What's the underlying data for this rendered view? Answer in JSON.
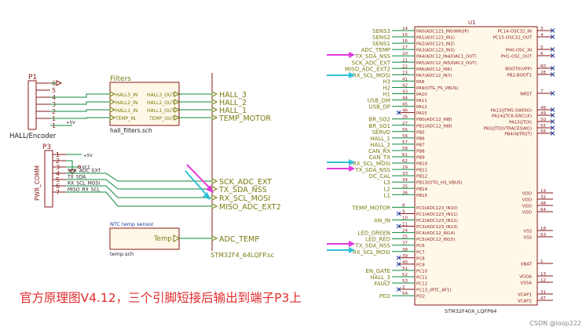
{
  "colors": {
    "wire": "#0f8a3a",
    "label": "#7a7a10",
    "component": "#8a1a1a",
    "pin_text": "#8a1a1a",
    "text_dark": "#222222",
    "arrow_magenta": "#e23adf",
    "arrow_cyan": "#2fc0d8",
    "caption": "#e02a2a"
  },
  "p1": {
    "ref": "P1",
    "name": "HALL/Encoder",
    "pins": [
      "6",
      "5",
      "4",
      "3",
      "2",
      "1"
    ],
    "supply_label": "+5V"
  },
  "filters": {
    "title": "Filters",
    "file": "hall_filters.sch",
    "inputs": [
      "HALL3_IN",
      "HALL2_IN",
      "HALL1_IN",
      "TEMP_IN"
    ],
    "outputs": [
      "HALL3_OUT",
      "HALL2_OUT",
      "HALL1_OUT",
      "TEMP_OUT"
    ]
  },
  "left_labels": {
    "hall": [
      "HALL_3",
      "HALL_2",
      "HALL_1",
      "TEMP_MOTOR"
    ],
    "comm": [
      "SCK_ADC_EXT",
      "TX_SDA_NSS",
      "RX_SCL_MOSI",
      "MISO_ADC_EXT2"
    ],
    "temp": [
      "ADC_TEMP"
    ]
  },
  "p3": {
    "ref": "P3",
    "name": "PWR_COMM",
    "pins": [
      "1",
      "2",
      "3",
      "4",
      "5",
      "6",
      "7"
    ],
    "nets": [
      "+5V",
      "",
      "VCC",
      "SCK_ADC_EXT",
      "TX_SDA",
      "RX_SCL_MOSI",
      "MISO_RX_SCL"
    ]
  },
  "ntc": {
    "title": "NTC temp sensor",
    "pin": "Temp",
    "file": "temp.sch"
  },
  "sheet_label": "STM32F4_64LQFP.sc",
  "u1": {
    "ref": "U1",
    "name": "STM32F40X_LQFP64",
    "left_nets": [
      "SENS3",
      "SENS2",
      "SENS1",
      "ADC_TEMP",
      "TX_SDA_NSS",
      "SCK_ADC_EXT",
      "MISO_ADC_EXT2",
      "RX_SCL_MOSI",
      "H3",
      "H2",
      "H1",
      "USB_DM",
      "USB_DP",
      "",
      "BR_SO2",
      "BR_SO1",
      "SERVO",
      "HALL_1",
      "HALL_2",
      "CAN_RX",
      "CAN_TX",
      "RX_SCL_MOSI",
      "TX_SDA_NSS",
      "DC_CAL",
      "L3",
      "L2",
      "L1",
      "",
      "TEMP_MOTOR",
      "",
      "AN_IN",
      "",
      "LED_GREEN",
      "LED_RED",
      "TX_SDA_NSS",
      "RX_SCL_MOSI",
      "",
      "",
      "EN_GATE",
      "HALL_3",
      "FAULT",
      "",
      "PD2"
    ],
    "left_pins": [
      "14",
      "15",
      "16",
      "17",
      "20",
      "21",
      "22",
      "23",
      "41",
      "42",
      "43",
      "44",
      "45",
      "46",
      "26",
      "27",
      "55",
      "56",
      "57",
      "58",
      "61",
      "62",
      "29",
      "33",
      "34",
      "35",
      "36",
      "",
      "8",
      "9",
      "10",
      "11",
      "24",
      "25",
      "37",
      "38",
      "39",
      "40",
      "51",
      "52",
      "53",
      "2",
      "54"
    ],
    "left_funcs": [
      "PA0(ADC123_IN0/WKUP)",
      "PA1(ADC123_IN1)",
      "PA2(ADC123_IN2)",
      "PA3(ADC123_IN3)",
      "PA4(ADC12_IN4/DAC1_OUT)",
      "PA5(ADC12_IN5/DAC2_OUT)",
      "PA6(ADC12_IN6)",
      "PA7(ADC12_IN7)",
      "PA8",
      "PA9(OTG_FS_VBUS)",
      "PA10",
      "PA11",
      "PA12",
      "PA15",
      "PB0(ADC12_IN8)",
      "PB1(ADC12_IN9)",
      "PB5",
      "PB6",
      "PB7",
      "PB8",
      "PB9",
      "PB10",
      "PB11",
      "PB12",
      "PB13(OTG_HS_VBUS)",
      "PB14",
      "PB15",
      "",
      "PC0(ADC123_IN10)",
      "PC1(ADC123_IN11)",
      "PC2(ADC123_IN12)",
      "PC3(ADC123_IN13)",
      "PC4(ADC12_IN14)",
      "PC5(ADC12_IN15)",
      "PC6",
      "PC7",
      "PC8",
      "PC9",
      "PC10",
      "PC11",
      "PC12",
      "PC13_(RTC_AF1)",
      "PD2"
    ],
    "right_funcs": [
      "PC14-OSC32_IN",
      "PC15-OSC32_OUT",
      "PH0-OSC_IN",
      "PH1-OSC_OUT",
      "BOOT0(VPP)",
      "PB2-BOOT1",
      "NRST",
      "PA13(JTMS-SWDIO)",
      "PA14(JTCK-SWCLK)",
      "PA15(JTDI)",
      "PB3(JTDO/TRACESWO)",
      "PB4(NJTRST)",
      "VDD",
      "VDD",
      "VDD",
      "VDD",
      "VSS",
      "VSS",
      "VBAT",
      "VDDA",
      "VSSA",
      "VCAP1",
      "VCAP2"
    ],
    "right_pins": [
      "3",
      "4",
      "5",
      "6",
      "60",
      "28",
      "7",
      "46",
      "49",
      "50",
      "55",
      "56",
      "19",
      "32",
      "48",
      "64",
      "18",
      "63",
      "1",
      "13",
      "12",
      "31",
      "47"
    ]
  },
  "caption": "官方原理图V4.12，三个引脚短接后输出到端子P3上",
  "watermark": "CSDN @loop222"
}
